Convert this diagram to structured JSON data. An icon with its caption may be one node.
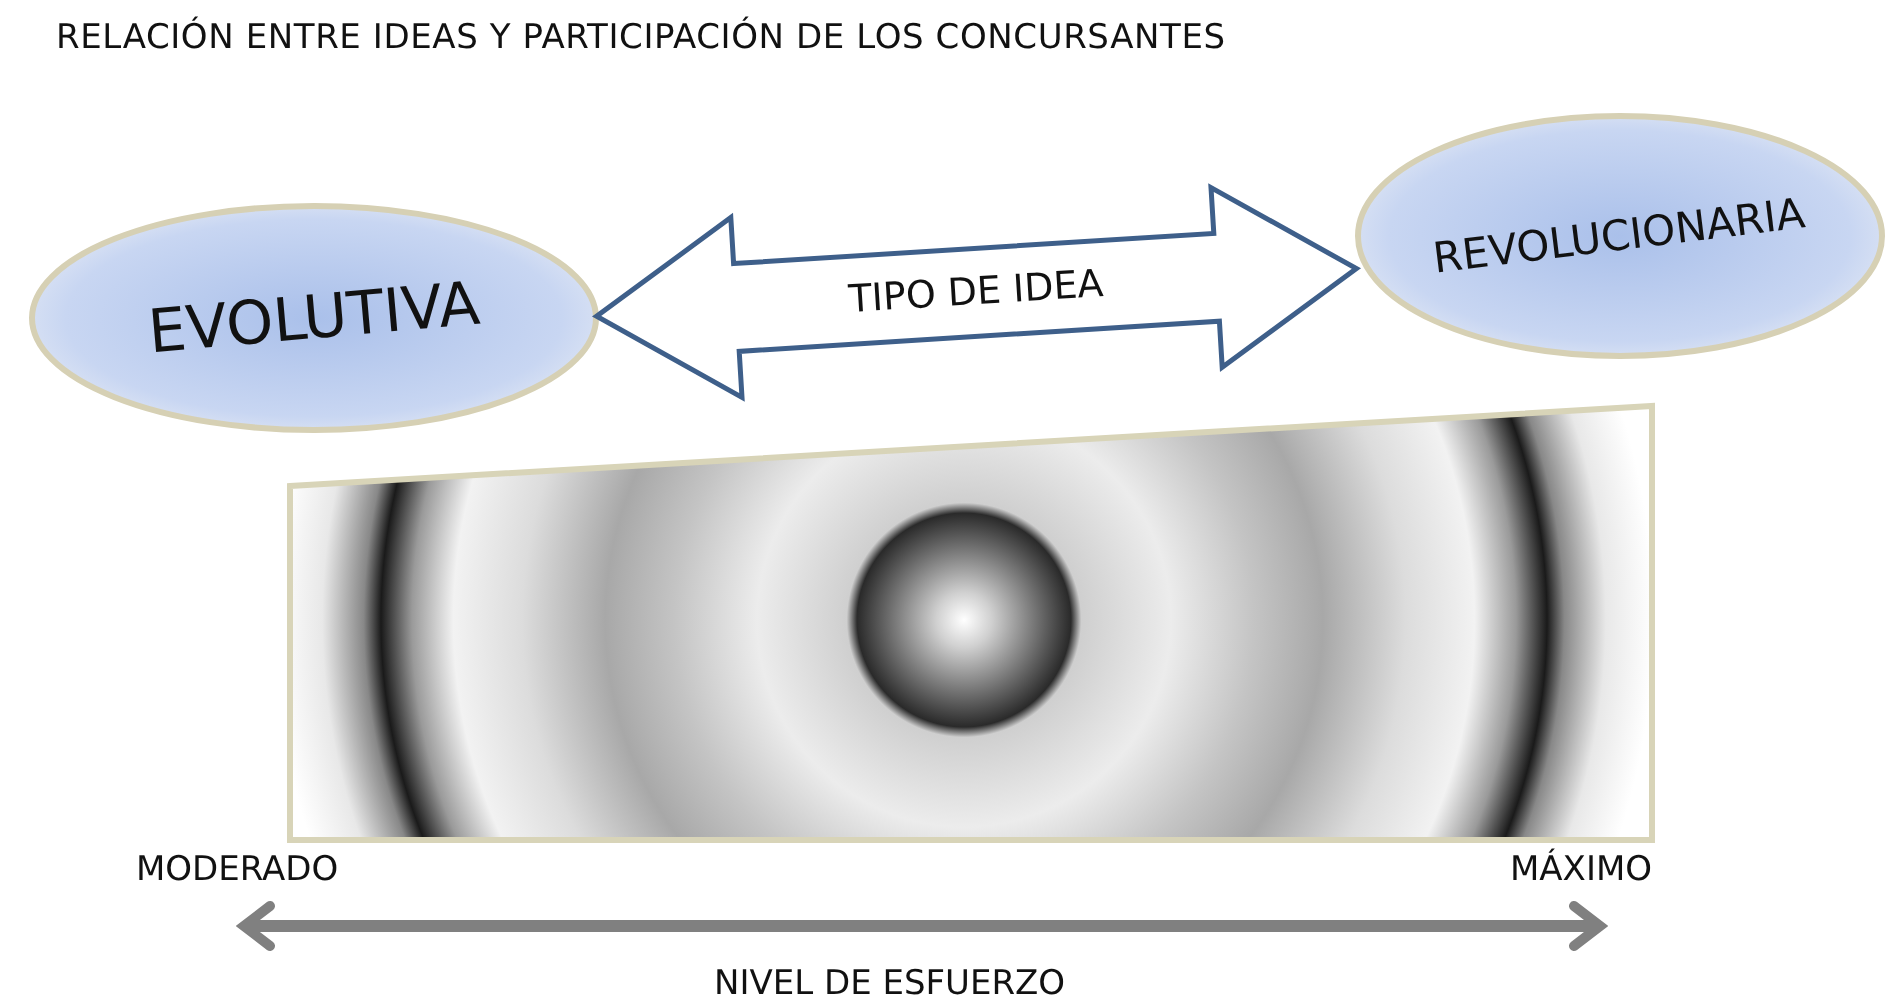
{
  "diagram": {
    "title": "RELACIÓN ENTRE IDEAS Y PARTICIPACIÓN DE LOS CONCURSANTES",
    "nodes": [
      {
        "text": [
          "EVOLUTIVA"
        ]
      },
      {
        "text": [
          "REVOLUCIONARIA"
        ]
      }
    ],
    "edges": [
      {
        "from": 0,
        "to": 1,
        "arrow": "both",
        "label": "TIPO DE IDEA",
        "style": "thick"
      }
    ],
    "labels": [
      "MODERADO",
      "MÁXIMO",
      "NIVEL DE ESFUERZO"
    ]
  }
}
